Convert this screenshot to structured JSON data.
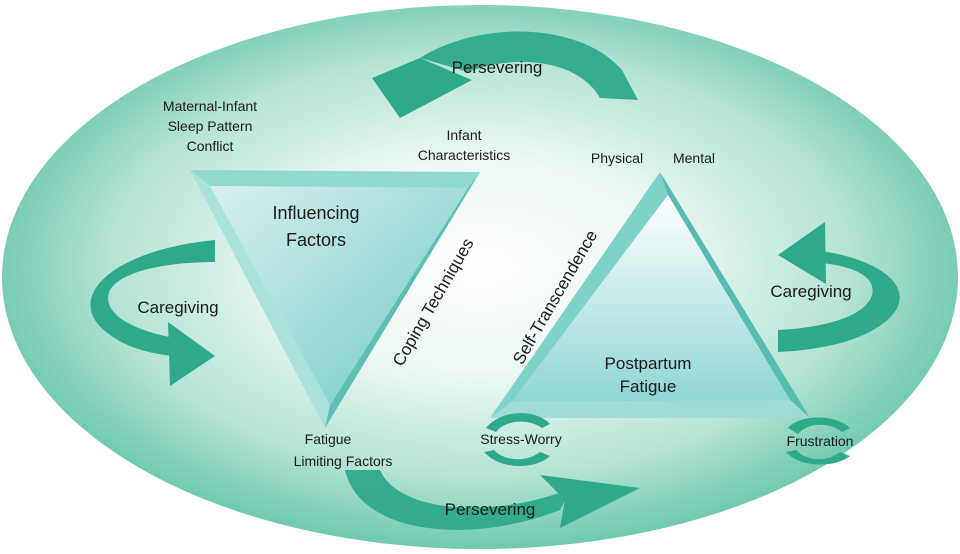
{
  "labels": {
    "persevering_top": "Persevering",
    "persevering_bottom": "Persevering",
    "caregiving_left": "Caregiving",
    "caregiving_right": "Caregiving",
    "conflict": [
      "Maternal-Infant",
      "Sleep Pattern",
      "Conflict"
    ],
    "infant_characteristics": [
      "Infant",
      "Characteristics"
    ],
    "physical": "Physical",
    "mental": "Mental",
    "influencing_factors": [
      "Influencing",
      "Factors"
    ],
    "coping_techniques": "Coping Techniques",
    "self_transcendence": "Self-Transcendence",
    "postpartum_fatigue": [
      "Postpartum",
      "Fatigue"
    ],
    "fatigue_limiting_factors": [
      "Fatigue",
      "Limiting Factors"
    ],
    "stress_worry": "Stress-Worry",
    "frustration": "Frustration"
  },
  "colors": {
    "ellipse_center": "#ffffff",
    "ellipse_edge": "#69c7ad",
    "arrow": "#2ea98a",
    "triangle_face": "#a8dfe0",
    "triangle_edge": "#5ec3bd"
  }
}
